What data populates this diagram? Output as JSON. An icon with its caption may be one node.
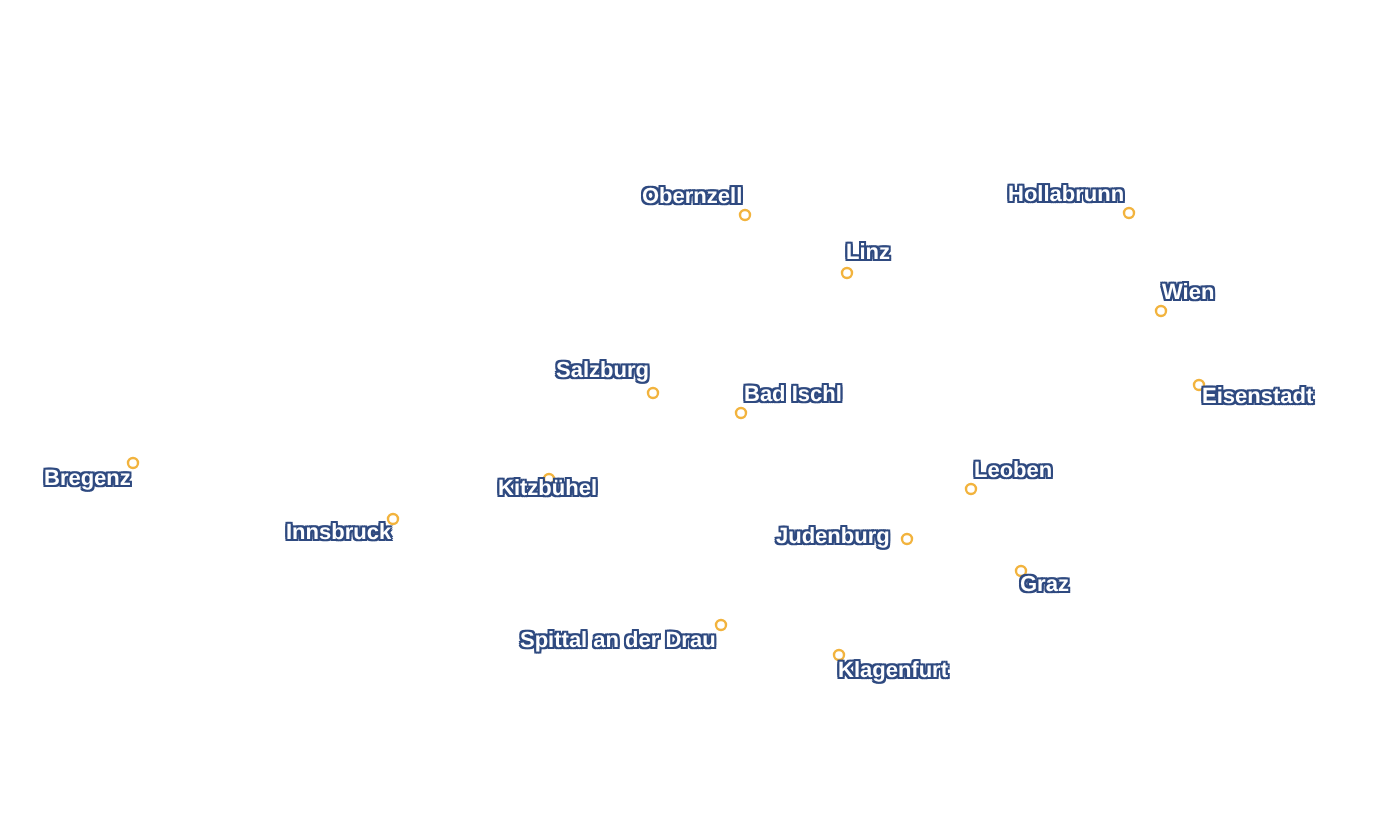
{
  "diagram": {
    "labels": [
      "Obernzell",
      "Hollabrunn",
      "Linz",
      "Wien",
      "Salzburg",
      "Bad Ischl",
      "Eisenstadt",
      "Bregenz",
      "Kitzbühel",
      "Leoben",
      "Innsbruck",
      "Judenburg",
      "Graz",
      "Spittal an der Drau",
      "Klagenfurt"
    ]
  }
}
